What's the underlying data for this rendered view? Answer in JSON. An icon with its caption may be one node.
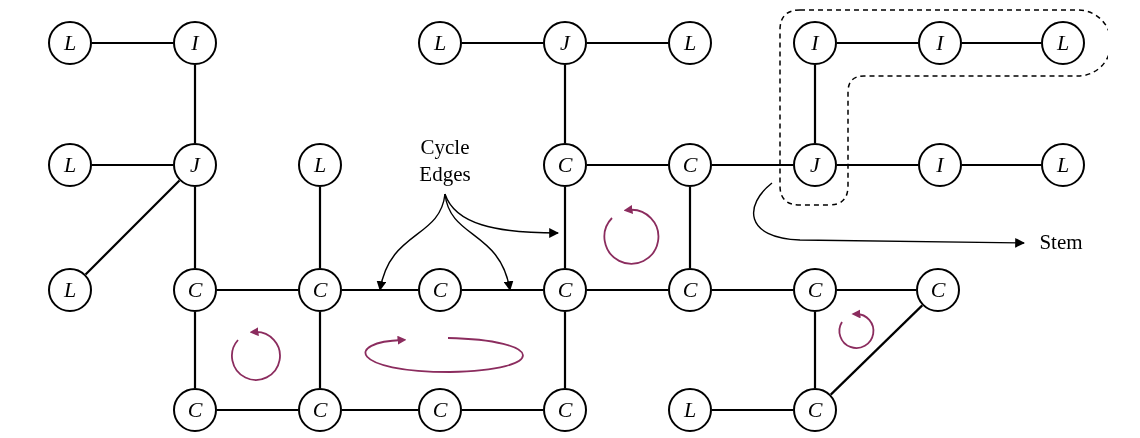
{
  "diagram": {
    "nodes": [
      {
        "text": [
          "L"
        ]
      },
      {
        "text": [
          "I"
        ]
      },
      {
        "text": [
          "L"
        ]
      },
      {
        "text": [
          "J"
        ]
      },
      {
        "text": [
          "L"
        ]
      },
      {
        "text": [],
        "shape": "band"
      },
      {
        "text": [
          "I"
        ],
        "in": 5
      },
      {
        "text": [
          "I"
        ],
        "in": 5
      },
      {
        "text": [
          "L"
        ],
        "in": 5
      },
      {
        "text": [
          "L"
        ]
      },
      {
        "text": [
          "J"
        ]
      },
      {
        "text": [
          "L"
        ]
      },
      {
        "text": [
          "Cycle Edges"
        ]
      },
      {
        "text": [
          "C"
        ]
      },
      {
        "text": [
          "C"
        ]
      },
      {
        "text": [
          "J"
        ],
        "in": 5
      },
      {
        "text": [
          "I"
        ]
      },
      {
        "text": [
          "L"
        ]
      },
      {
        "text": [
          "Stem"
        ]
      },
      {
        "text": [
          "L"
        ]
      },
      {
        "text": [
          "C"
        ]
      },
      {
        "text": [
          "C"
        ]
      },
      {
        "text": [
          "C"
        ]
      },
      {
        "text": [
          "C"
        ]
      },
      {
        "text": [
          "C"
        ]
      },
      {
        "text": [
          "C"
        ]
      },
      {
        "text": [
          "C"
        ]
      },
      {
        "text": [
          "C"
        ]
      },
      {
        "text": [
          "C"
        ]
      },
      {
        "text": [
          "C"
        ]
      },
      {
        "text": [
          "C"
        ]
      },
      {
        "text": [
          "L"
        ]
      },
      {
        "text": [
          "C"
        ]
      }
    ],
    "edges": [
      {
        "from": 0,
        "to": 1,
        "arrow": "none"
      },
      {
        "from": 1,
        "to": 10,
        "arrow": "none"
      },
      {
        "from": 9,
        "to": 10,
        "arrow": "none"
      },
      {
        "from": 10,
        "to": 19,
        "arrow": "none"
      },
      {
        "from": 10,
        "to": 20,
        "arrow": "none"
      },
      {
        "from": 11,
        "to": 21,
        "arrow": "none"
      },
      {
        "from": 2,
        "to": 3,
        "arrow": "none"
      },
      {
        "from": 3,
        "to": 4,
        "arrow": "none"
      },
      {
        "from": 3,
        "to": 13,
        "arrow": "none"
      },
      {
        "from": 13,
        "to": 14,
        "arrow": "none"
      },
      {
        "from": 14,
        "to": 15,
        "arrow": "none"
      },
      {
        "from": 13,
        "to": 23,
        "arrow": "none"
      },
      {
        "from": 14,
        "to": 24,
        "arrow": "none"
      },
      {
        "from": 6,
        "to": 7,
        "arrow": "none"
      },
      {
        "from": 7,
        "to": 8,
        "arrow": "none"
      },
      {
        "from": 6,
        "to": 15,
        "arrow": "none"
      },
      {
        "from": 15,
        "to": 16,
        "arrow": "none"
      },
      {
        "from": 16,
        "to": 17,
        "arrow": "none"
      },
      {
        "from": 20,
        "to": 21,
        "arrow": "none"
      },
      {
        "from": 21,
        "to": 22,
        "arrow": "none"
      },
      {
        "from": 22,
        "to": 23,
        "arrow": "none"
      },
      {
        "from": 23,
        "to": 24,
        "arrow": "none"
      },
      {
        "from": 24,
        "to": 25,
        "arrow": "none"
      },
      {
        "from": 25,
        "to": 26,
        "arrow": "none"
      },
      {
        "from": 20,
        "to": 27,
        "arrow": "none"
      },
      {
        "from": 21,
        "to": 28,
        "arrow": "none"
      },
      {
        "from": 23,
        "to": 30,
        "arrow": "none"
      },
      {
        "from": 25,
        "to": 32,
        "arrow": "none"
      },
      {
        "from": 26,
        "to": 32,
        "arrow": "none"
      },
      {
        "from": 27,
        "to": 28,
        "arrow": "none"
      },
      {
        "from": 28,
        "to": 29,
        "arrow": "none"
      },
      {
        "from": 29,
        "to": 30,
        "arrow": "none"
      },
      {
        "from": 31,
        "to": 32,
        "arrow": "none"
      },
      {
        "from": 12,
        "to": null,
        "arrow": "to"
      },
      {
        "from": 12,
        "to": null,
        "arrow": "to"
      },
      {
        "from": 12,
        "to": null,
        "arrow": "to"
      },
      {
        "from": 5,
        "to": 18,
        "arrow": "to"
      }
    ]
  }
}
